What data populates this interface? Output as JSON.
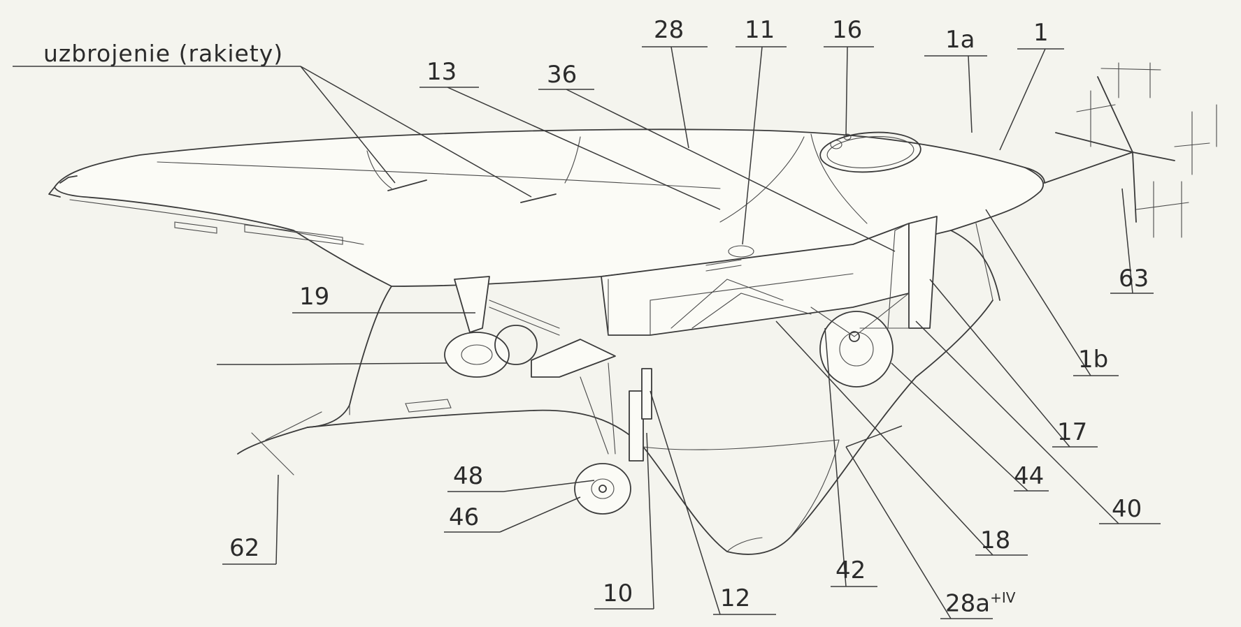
{
  "labels": [
    {
      "id": "uzbrojenie",
      "text": "uzbrojenie (rakiety)"
    },
    {
      "id": "l28",
      "text": "28"
    },
    {
      "id": "l11",
      "text": "11"
    },
    {
      "id": "l16",
      "text": "16"
    },
    {
      "id": "l1a",
      "text": "1a"
    },
    {
      "id": "l1",
      "text": "1"
    },
    {
      "id": "l13",
      "text": "13"
    },
    {
      "id": "l36",
      "text": "36"
    },
    {
      "id": "l63",
      "text": "63"
    },
    {
      "id": "l19",
      "text": "19"
    },
    {
      "id": "l1b",
      "text": "1b"
    },
    {
      "id": "l17",
      "text": "17"
    },
    {
      "id": "l44",
      "text": "44"
    },
    {
      "id": "l40",
      "text": "40"
    },
    {
      "id": "l48",
      "text": "48"
    },
    {
      "id": "l46",
      "text": "46"
    },
    {
      "id": "l18",
      "text": "18"
    },
    {
      "id": "l62",
      "text": "62"
    },
    {
      "id": "l42",
      "text": "42"
    },
    {
      "id": "l10",
      "text": "10"
    },
    {
      "id": "l12",
      "text": "12"
    },
    {
      "id": "l28a",
      "text": "28a",
      "sup": "+IV"
    }
  ]
}
